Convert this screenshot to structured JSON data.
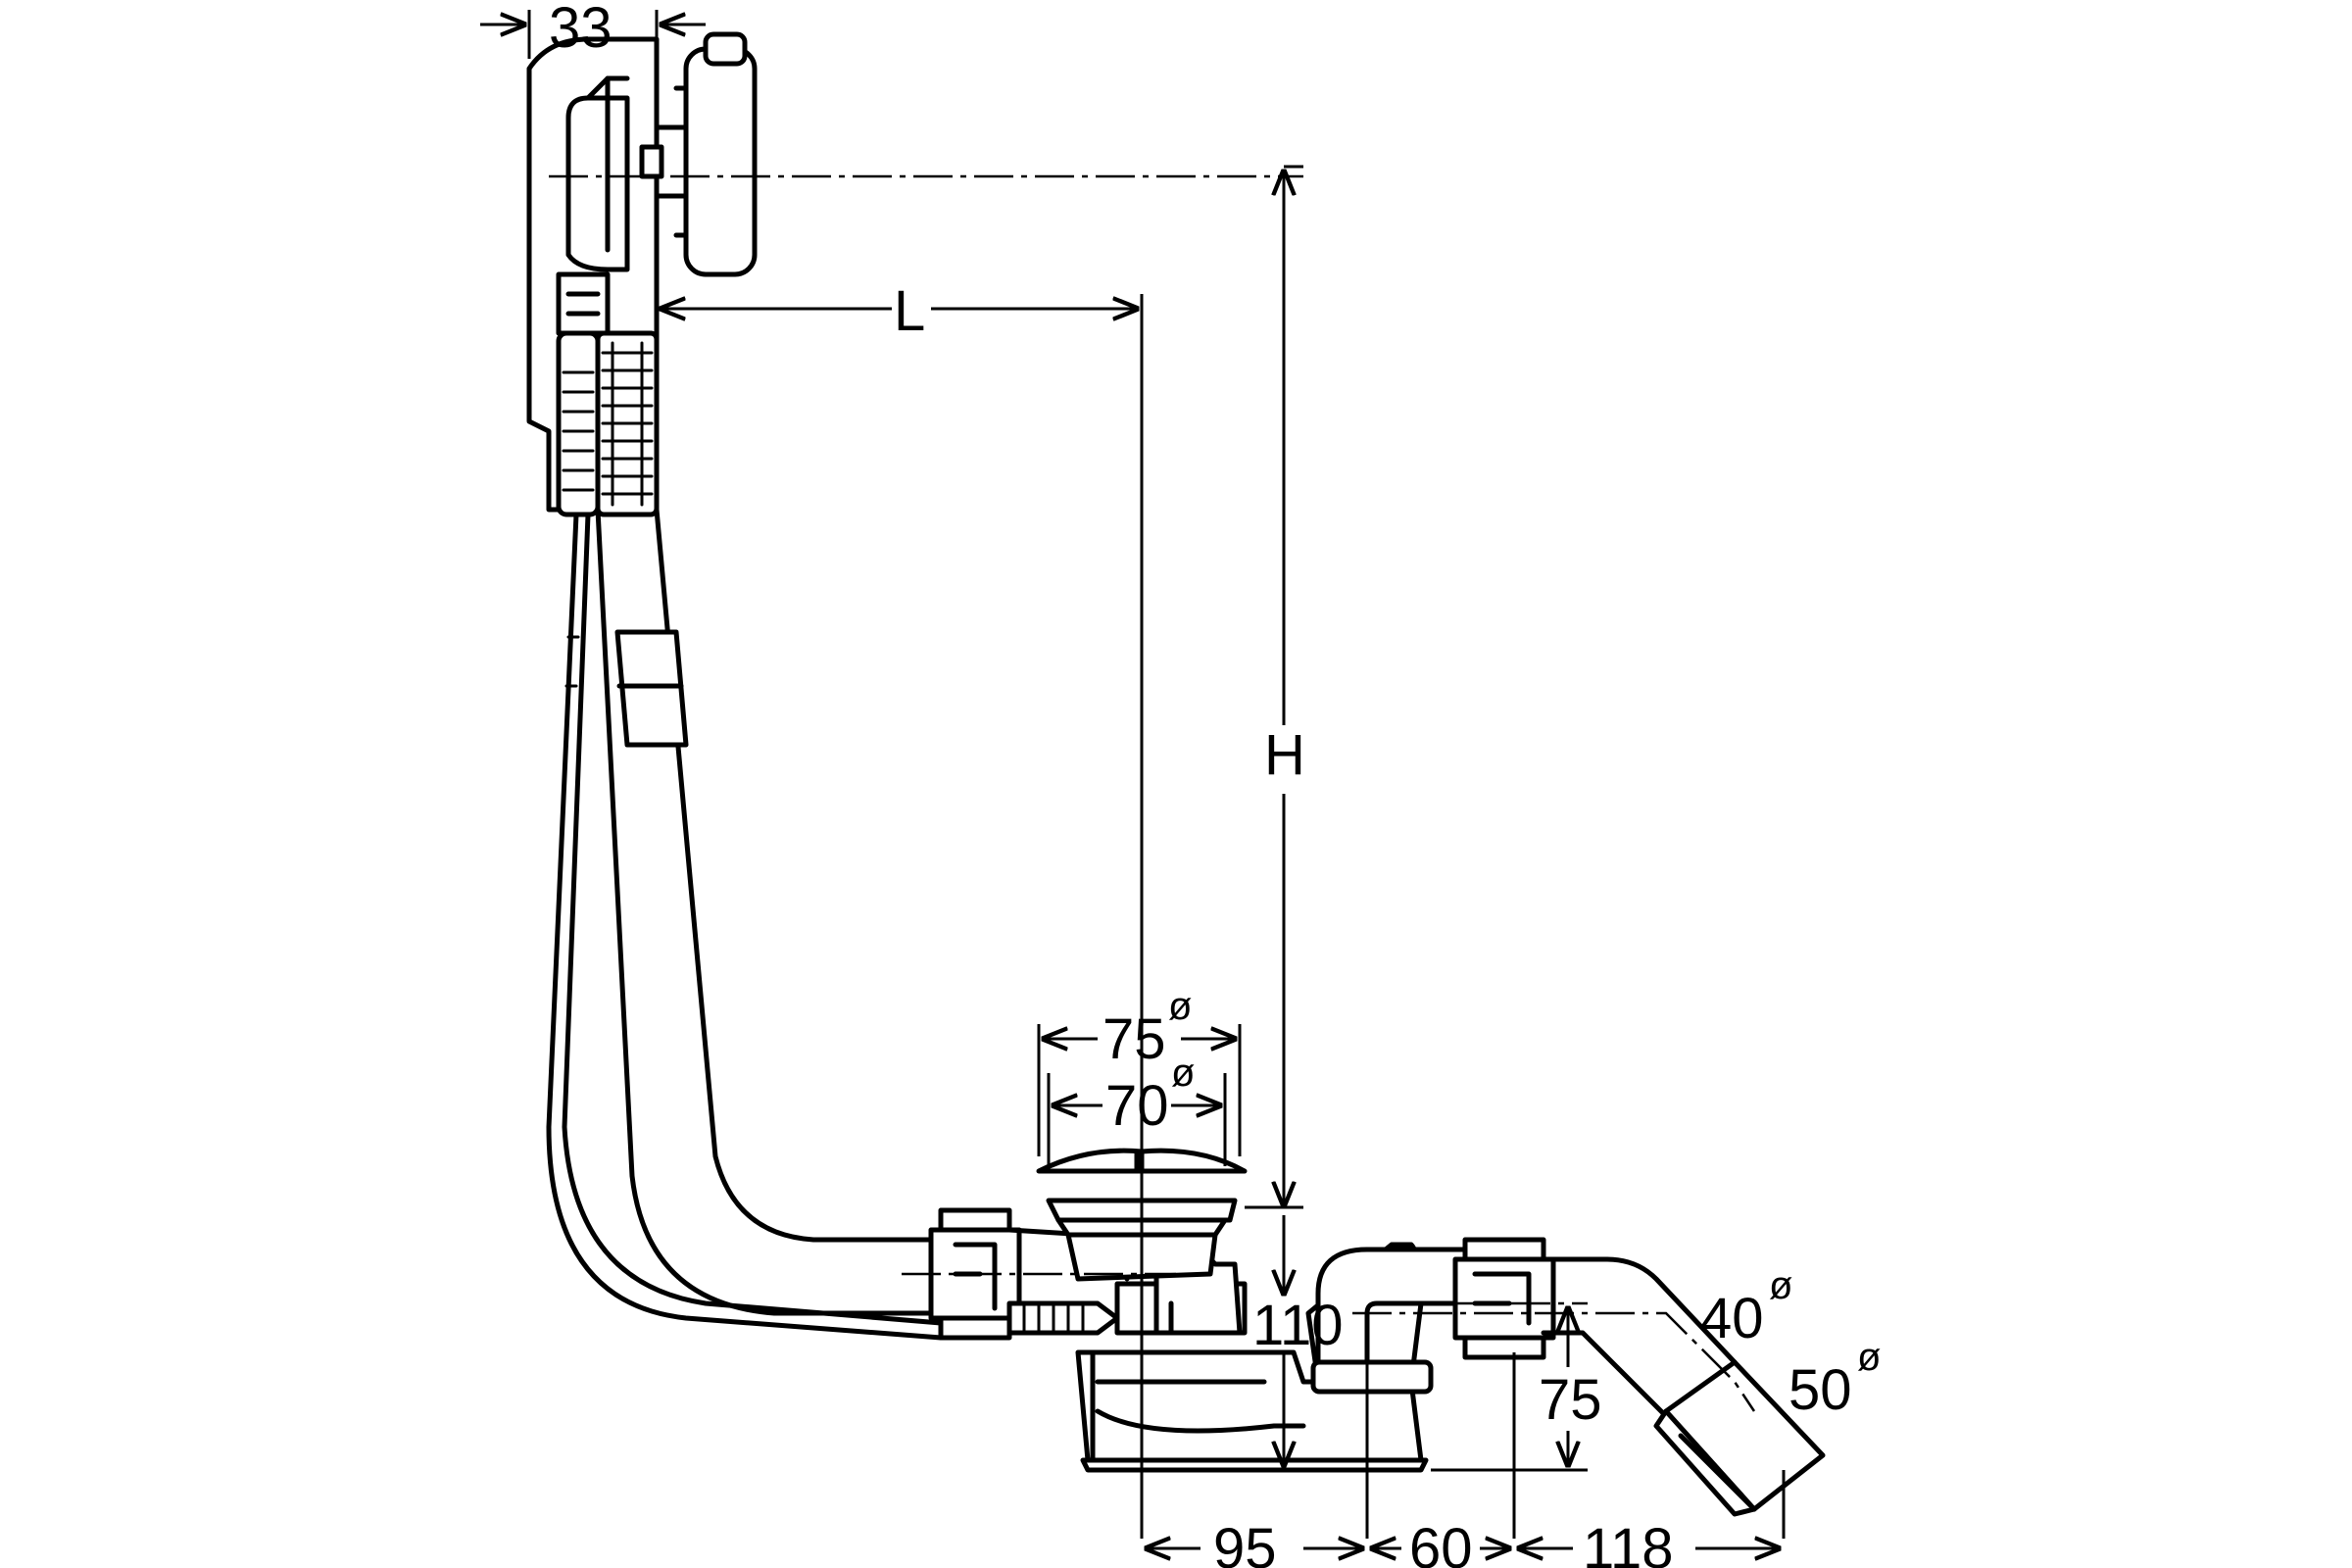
{
  "diagram": {
    "dimensions": {
      "overflow_width": "33",
      "length": "L",
      "height": "H",
      "diameter_outer": "75",
      "diameter_inner": "70",
      "trap_height": "110",
      "outlet_height": "75",
      "outlet_diameter_small": "40",
      "outlet_diameter_large": "50",
      "offset_1": "95",
      "offset_2": "60",
      "offset_3": "118",
      "diameter_symbol": "ø"
    }
  }
}
